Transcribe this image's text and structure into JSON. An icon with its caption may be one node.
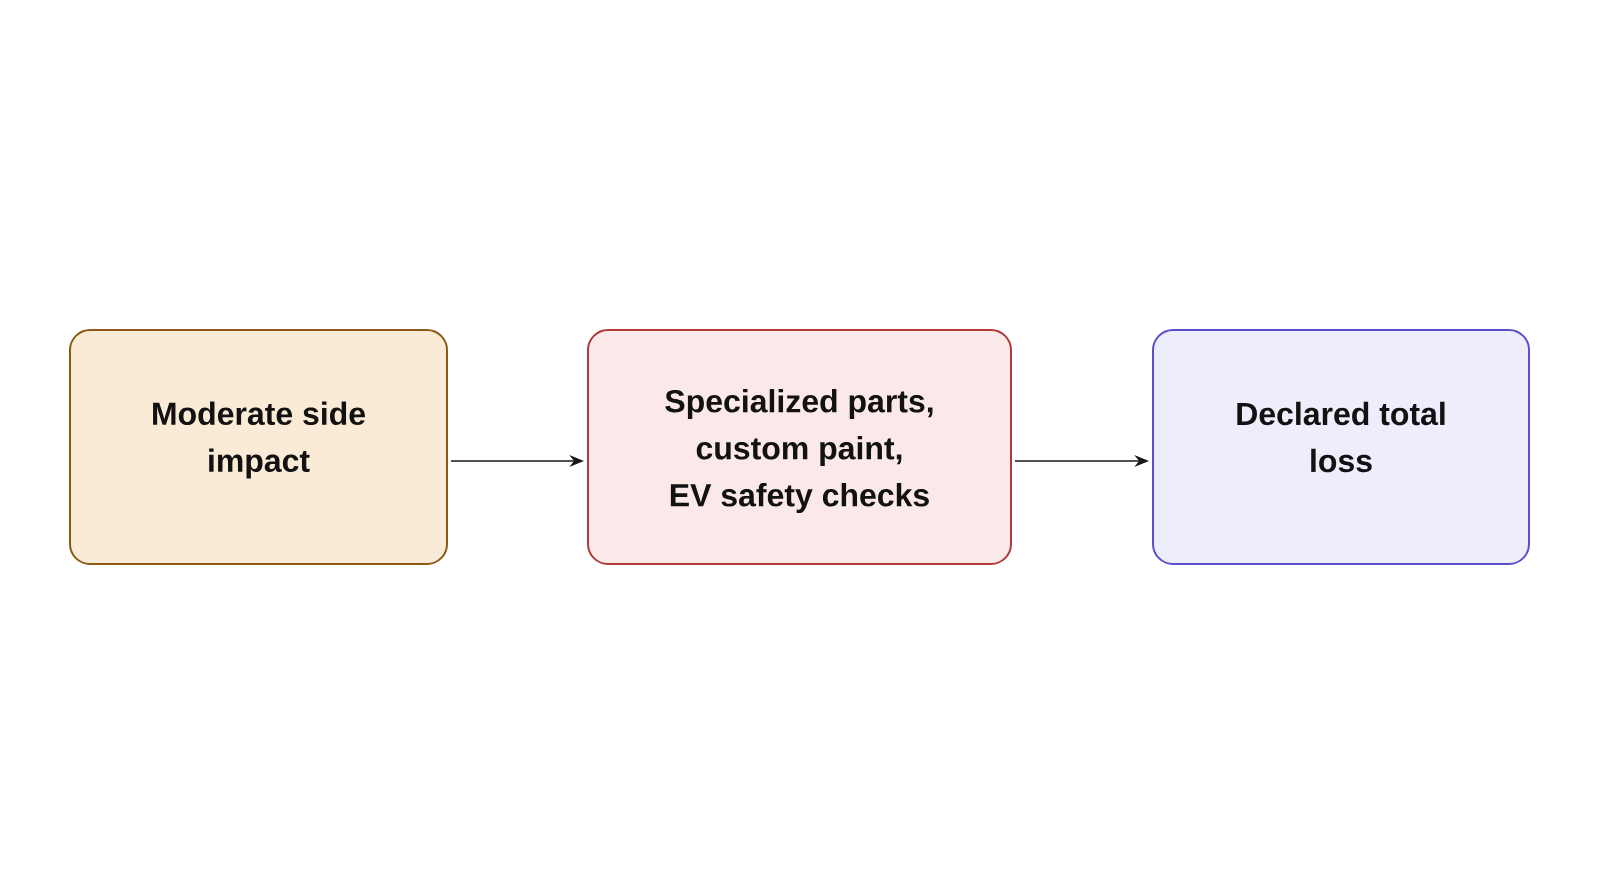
{
  "diagram": {
    "nodes": [
      {
        "text": [
          "Moderate side impact"
        ]
      },
      {
        "text": [
          "Specialized parts, custom paint, EV safety checks"
        ]
      },
      {
        "text": [
          "Declared total loss"
        ]
      }
    ],
    "edges": [
      {
        "from": 0,
        "to": 1,
        "arrow": "to"
      },
      {
        "from": 1,
        "to": 2,
        "arrow": "to"
      }
    ]
  }
}
